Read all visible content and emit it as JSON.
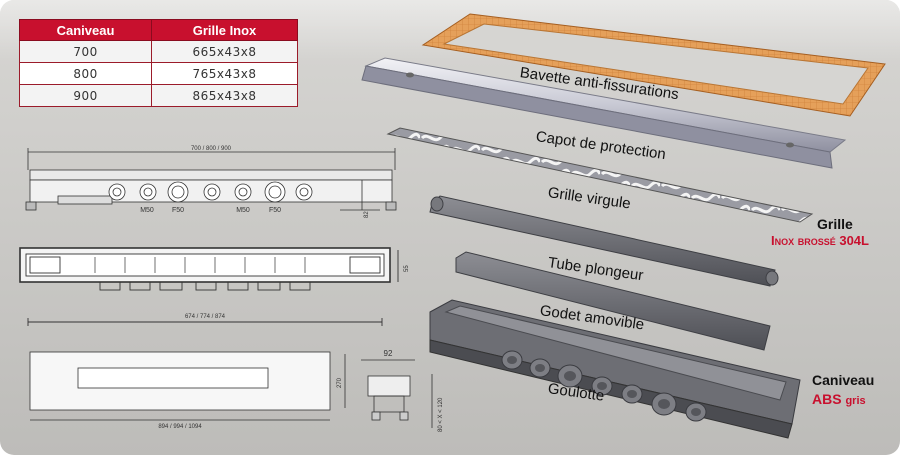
{
  "table": {
    "headers": [
      "Caniveau",
      "Grille Inox"
    ],
    "rows": [
      [
        "700",
        "665x43x8"
      ],
      [
        "800",
        "765x43x8"
      ],
      [
        "900",
        "865x43x8"
      ]
    ]
  },
  "drawing": {
    "dim_top": "700 / 800 / 900",
    "dim_height": "82",
    "outlet_labels": [
      "M50",
      "F50",
      "M50",
      "F50"
    ],
    "dim_plan_width": "674 / 774 / 874",
    "dim_plan_side": "55",
    "dim_bottom_width": "894 / 994 / 1094",
    "dim_bottom_side": "270",
    "dim_section_width": "92",
    "dim_section_height": "80 < X < 120"
  },
  "parts": {
    "bavette": "Bavette anti-fissurations",
    "capot": "Capot de protection",
    "grille": "Grille virgule",
    "tube": "Tube plongeur",
    "godet": "Godet amovible",
    "goulotte": "Goulotte"
  },
  "callouts": {
    "grille_title": "Grille",
    "grille_sub": "Inox brossé 304L",
    "caniveau_title": "Caniveau",
    "caniveau_sub_1": "ABS",
    "caniveau_sub_2": "gris"
  },
  "colors": {
    "accent": "#c8102e",
    "bavette": "#e39a4c",
    "grey_part": "#6f7075"
  }
}
